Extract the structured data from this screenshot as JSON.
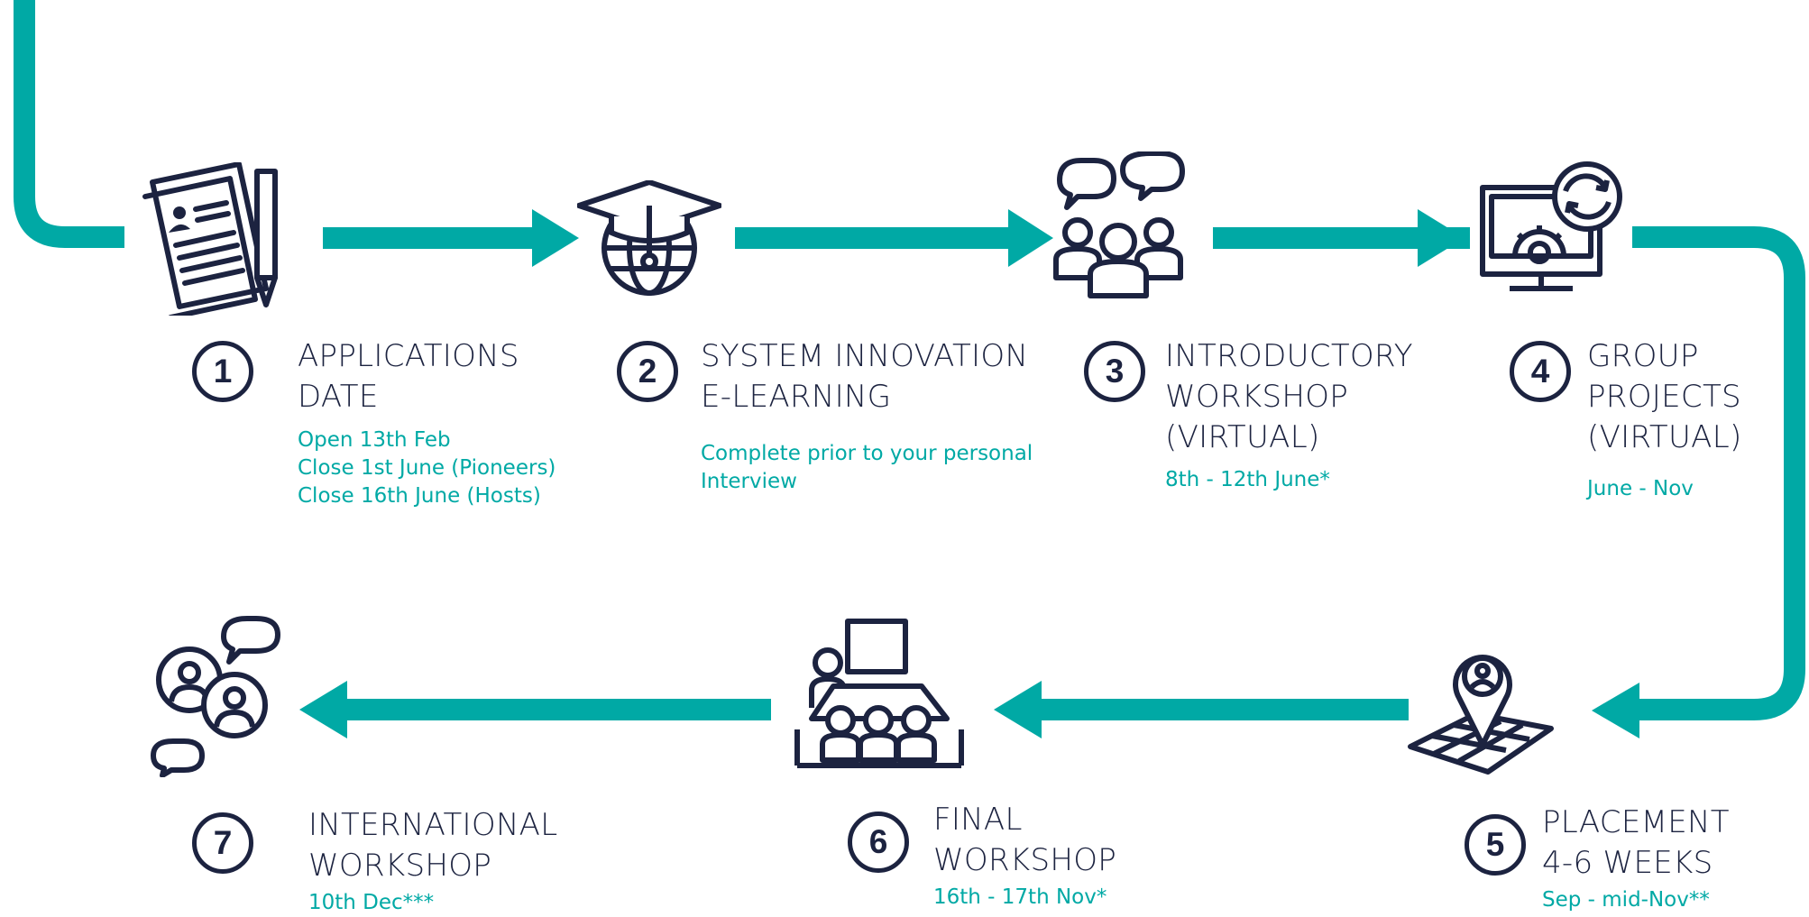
{
  "accent_color": "#00a9a5",
  "ink_color": "#1c2340",
  "steps": [
    {
      "number": "1",
      "title": [
        "APPLICATIONS",
        "DATE"
      ],
      "date": [
        "Open 13th Feb",
        "Close 1st June (Pioneers)",
        "Close 16th June (Hosts)"
      ],
      "icon": "application-form-pencil-icon"
    },
    {
      "number": "2",
      "title": [
        "SYSTEM INNOVATION",
        "E-LEARNING"
      ],
      "date": [
        "Complete prior to your personal",
        "Interview"
      ],
      "icon": "graduation-cap-globe-icon"
    },
    {
      "number": "3",
      "title": [
        "INTRODUCTORY",
        "WORKSHOP",
        "(VIRTUAL)"
      ],
      "date": [
        "8th - 12th June*"
      ],
      "icon": "group-discussion-icon"
    },
    {
      "number": "4",
      "title": [
        "GROUP",
        "PROJECTS",
        "(VIRTUAL)"
      ],
      "date": [
        "June - Nov"
      ],
      "icon": "monitor-gear-refresh-icon"
    },
    {
      "number": "5",
      "title": [
        "PLACEMENT",
        "4-6 WEEKS"
      ],
      "date": [
        "Sep - mid-Nov**"
      ],
      "icon": "map-location-pin-icon"
    },
    {
      "number": "6",
      "title": [
        "FINAL",
        "WORKSHOP"
      ],
      "date": [
        "16th - 17th Nov*"
      ],
      "icon": "presentation-audience-icon"
    },
    {
      "number": "7",
      "title": [
        "INTERNATIONAL",
        "WORKSHOP"
      ],
      "date": [
        "10th Dec***"
      ],
      "icon": "people-conversation-icon"
    }
  ]
}
